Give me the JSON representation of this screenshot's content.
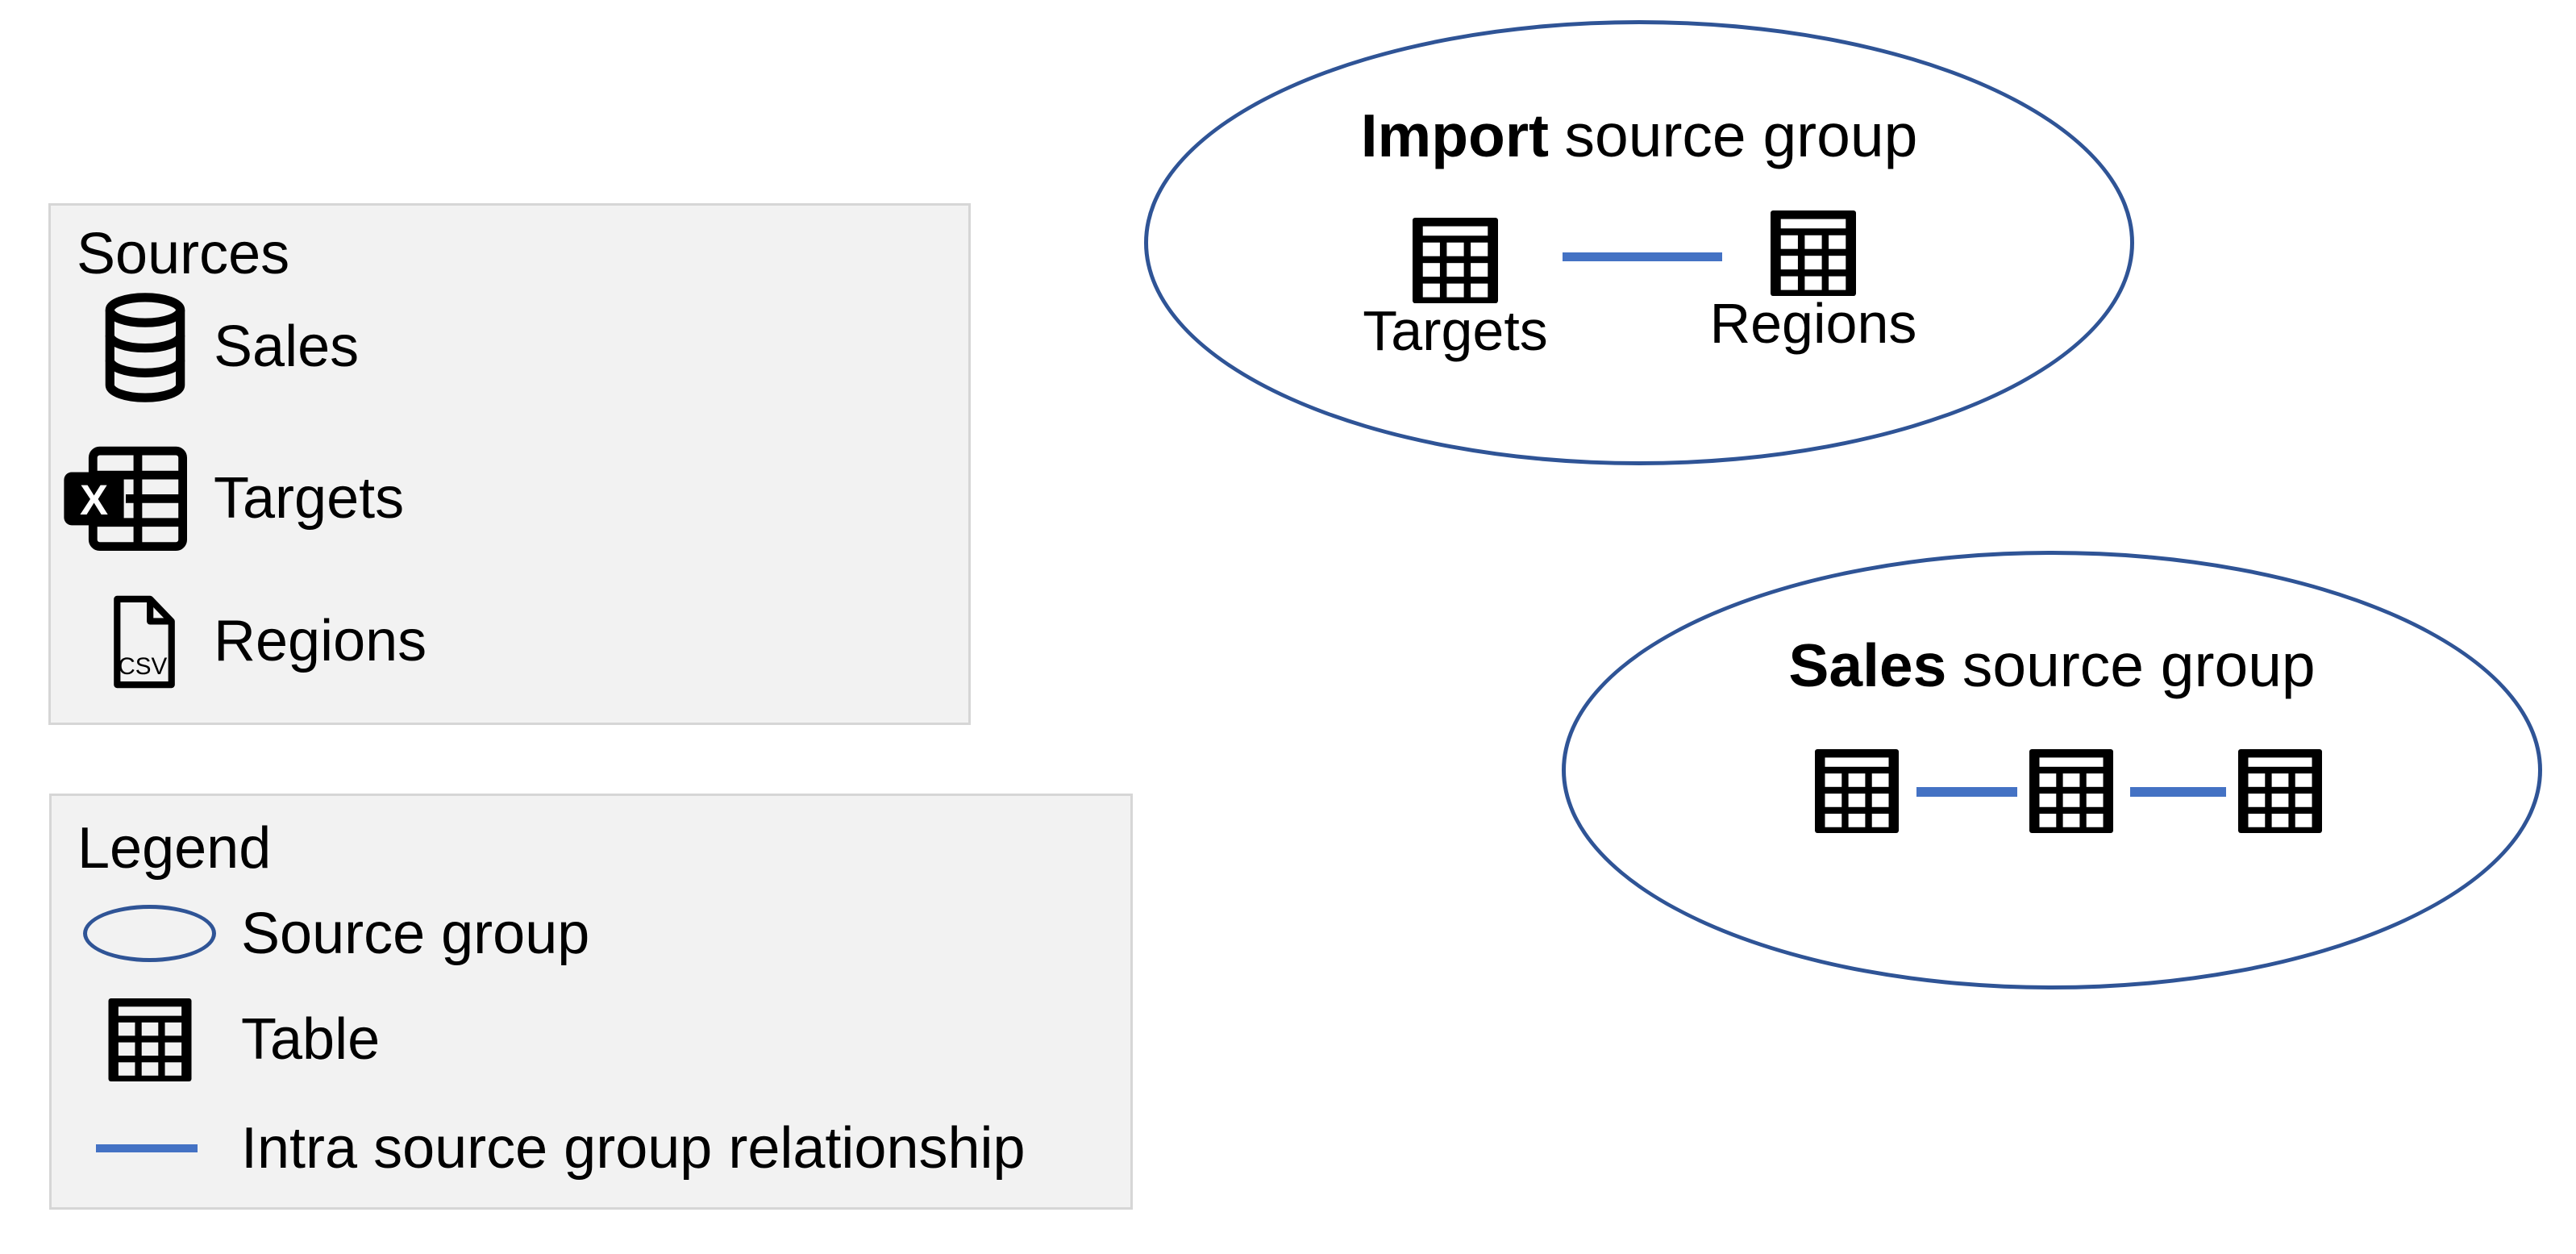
{
  "colors": {
    "group_outline": "#2F5496",
    "relationship_line": "#4472C4",
    "panel_background": "#F2F2F2",
    "panel_border": "#D6D6D6",
    "icon_color": "#000000",
    "text_color": "#000000"
  },
  "icon_text": {
    "excel_letter": "X",
    "csv_label": "CSV"
  },
  "sources_panel": {
    "title": "Sources",
    "items": [
      {
        "icon": "database-icon",
        "label": "Sales"
      },
      {
        "icon": "excel-workbook-icon",
        "label": "Targets"
      },
      {
        "icon": "csv-file-icon",
        "label": "Regions"
      }
    ]
  },
  "legend_panel": {
    "title": "Legend",
    "items": [
      {
        "icon": "source-group-ellipse-icon",
        "label": "Source group"
      },
      {
        "icon": "table-icon",
        "label": "Table"
      },
      {
        "icon": "relationship-line-icon",
        "label": "Intra source group relationship"
      }
    ]
  },
  "groups": [
    {
      "title_bold": "Import",
      "title_rest": "source group",
      "tables": [
        {
          "label": "Targets"
        },
        {
          "label": "Regions"
        }
      ],
      "relationship_count": 1
    },
    {
      "title_bold": "Sales",
      "title_rest": "source group",
      "tables": [
        {
          "label": ""
        },
        {
          "label": ""
        },
        {
          "label": ""
        }
      ],
      "relationship_count": 2
    }
  ]
}
